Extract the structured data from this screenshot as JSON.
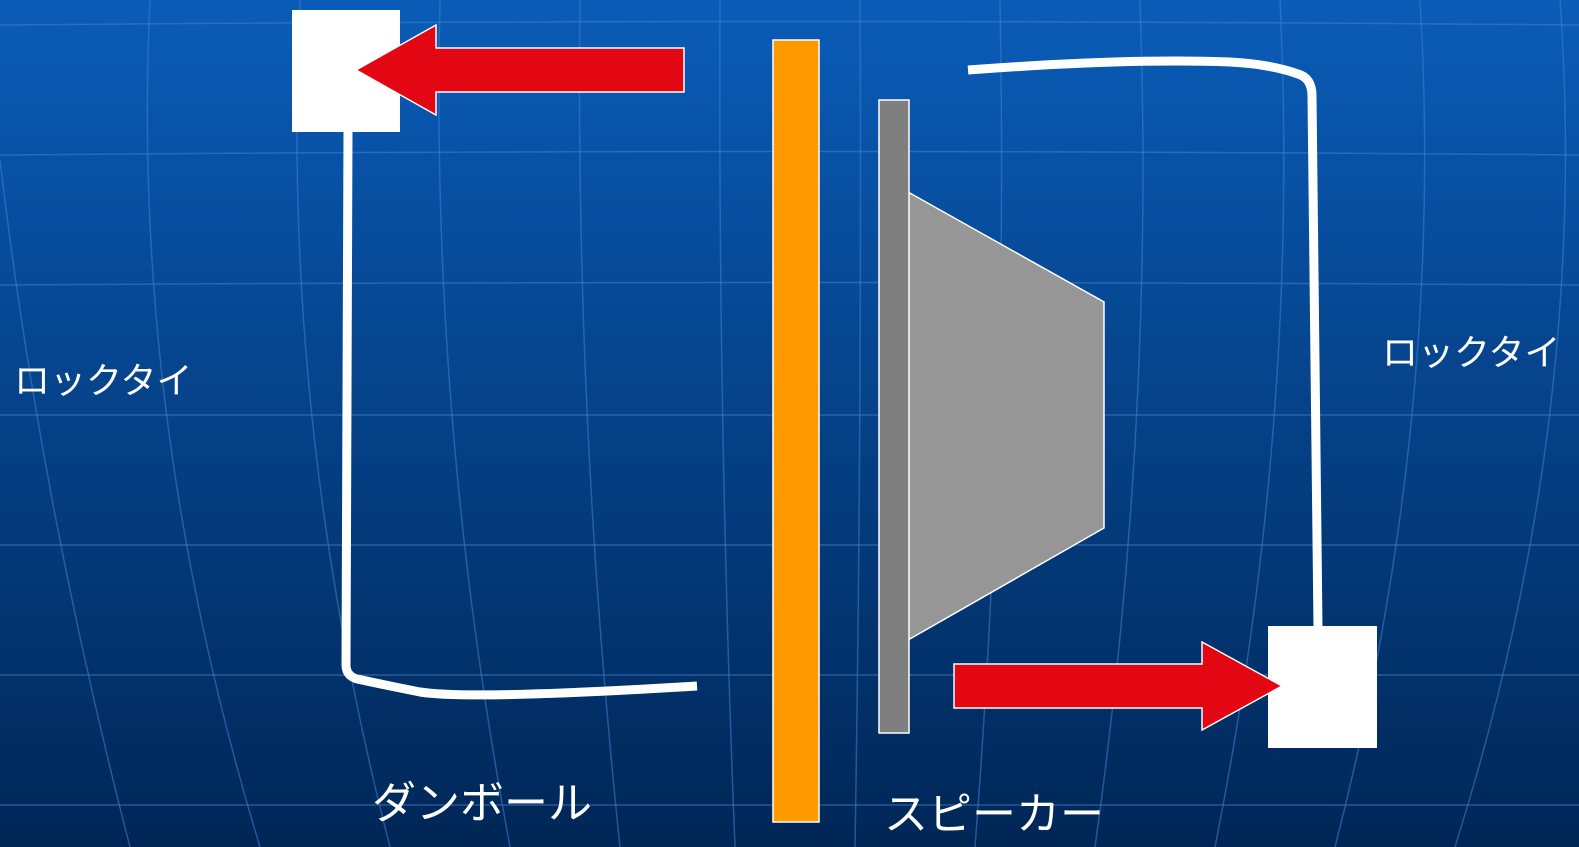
{
  "labels": {
    "rock_tie_left": "ロックタイ",
    "rock_tie_right": "ロックタイ",
    "cardboard": "ダンボール",
    "speaker": "スピーカー"
  },
  "colors": {
    "background_top": "#0a5cb8",
    "background_bottom": "#002656",
    "grid_line": "#3f7fd0",
    "cardboard_panel": "#ff9900",
    "speaker_frame": "#7f7f7f",
    "speaker_cone": "#969696",
    "arrow": "#e30613",
    "tie_block": "#ffffff",
    "tie_cable": "#ffffff",
    "label_text": "#ffffff"
  },
  "icons": {
    "arrow_left": "red-arrow-left-icon",
    "arrow_right": "red-arrow-right-icon",
    "tie_block": "square-block-icon",
    "speaker": "speaker-cone-icon"
  }
}
